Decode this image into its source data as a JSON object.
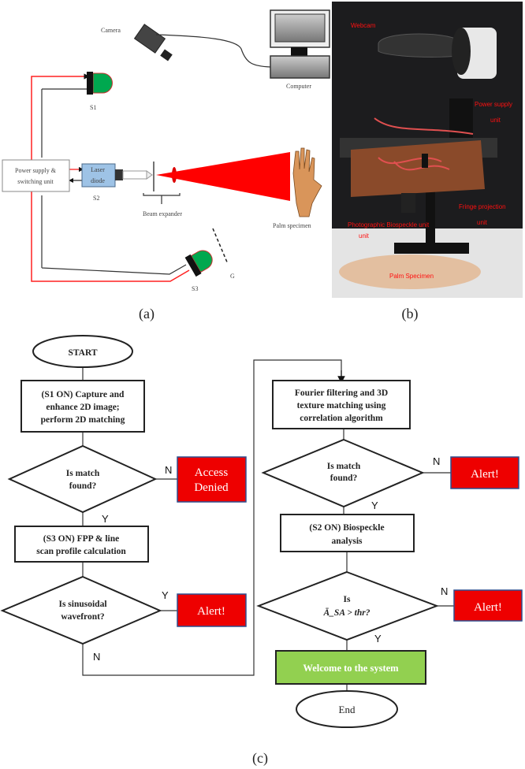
{
  "panel_a": {
    "caption": "(a)",
    "camera": "Camera",
    "computer": "Computer",
    "s1": "S1",
    "power_supply": [
      "Power supply &",
      "switching unit"
    ],
    "laser_diode": [
      "Laser",
      "diode"
    ],
    "s2": "S2",
    "beam_expander": "Beam expander",
    "palm": "Palm specimen",
    "s3": "S3",
    "g": "G"
  },
  "panel_b": {
    "caption": "(b)",
    "webcam": "Webcam",
    "power_supply": [
      "Power supply",
      "unit"
    ],
    "fringe": [
      "Fringe projection",
      "unit"
    ],
    "photo_bio": [
      "Photographic Biospeckle unit",
      "unit"
    ],
    "palm": "Palm Specimen"
  },
  "panel_c": {
    "caption": "(c)",
    "start": "START",
    "step1": [
      "(S1 ON) Capture and",
      "enhance 2D image;",
      "perform 2D matching"
    ],
    "dec1": [
      "Is match",
      "found?"
    ],
    "denied": [
      "Access",
      "Denied"
    ],
    "step2": [
      "(S3 ON) FPP & line",
      "scan profile calculation"
    ],
    "dec2": [
      "Is sinusoidal",
      "wavefront?"
    ],
    "alert": "Alert!",
    "step3": [
      "Fourier filtering and 3D",
      "texture matching using",
      "correlation algorithm"
    ],
    "dec3": [
      "Is match",
      "found?"
    ],
    "step4": [
      "(S2 ON) Biospeckle",
      "analysis"
    ],
    "dec4": [
      "Is",
      "Ā_SA > thr?"
    ],
    "welcome": "Welcome to the system",
    "end": "End",
    "yes": "Y",
    "no": "N"
  },
  "colors": {
    "alert_red": "#ee0000",
    "welcome_green": "#92d050",
    "laser_red": "#ff0000",
    "led_green": "#00a84f"
  }
}
